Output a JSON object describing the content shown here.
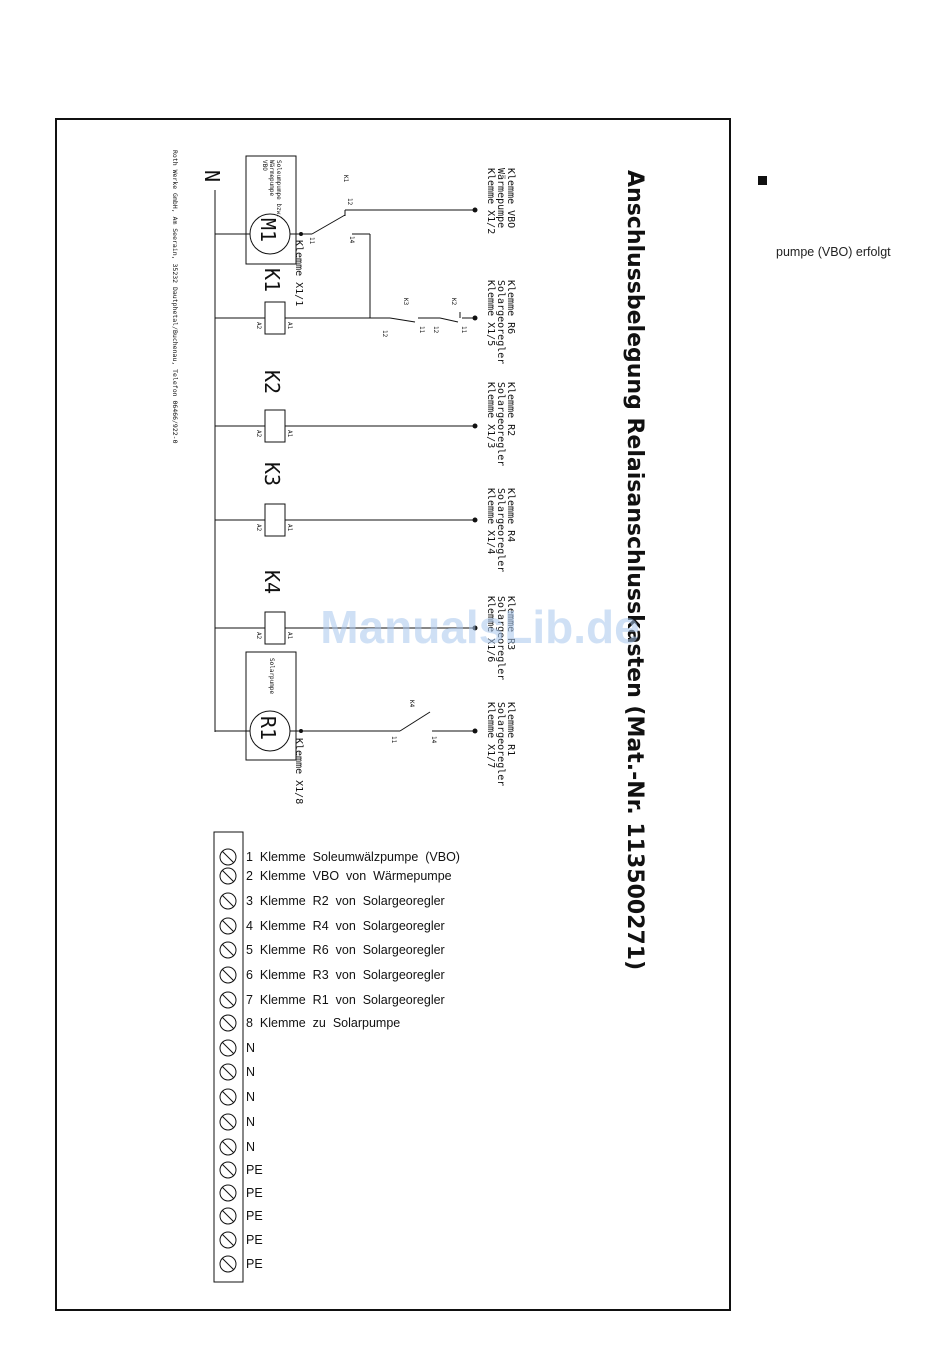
{
  "title": "Anschlussbelegung Relaisanschlusskasten (Mat.-Nr. 113500271)",
  "sidenote": "pumpe (VBO) erfolgt",
  "watermark": "ManualsLib.de",
  "footer": "Roth Werke GmbH, Am Seerain, 35232 Dautphetal/Buchenau, Telefon 06466/922-0",
  "neutral": "N",
  "motors": {
    "m1": {
      "label": "M1",
      "desc1": "Soleumpumpe bzw.",
      "desc2": "Wärmepumpe",
      "desc3": "VBO",
      "terminal": "Klemme X1/1"
    },
    "r1": {
      "label": "R1",
      "desc": "Solarpumpe",
      "terminal": "Klemme X1/8"
    }
  },
  "relays": [
    {
      "name": "K1",
      "a1": "A1",
      "a2": "A2"
    },
    {
      "name": "K2",
      "a1": "A1",
      "a2": "A2"
    },
    {
      "name": "K3",
      "a1": "A1",
      "a2": "A2"
    },
    {
      "name": "K4",
      "a1": "A1",
      "a2": "A2"
    }
  ],
  "contacts": {
    "k1": {
      "name": "K1",
      "c12": "12",
      "c14": "14",
      "c11": "11"
    },
    "k2": {
      "name": "K2",
      "c12": "12",
      "c11": "11"
    },
    "k3": {
      "name": "K3",
      "c12": "12",
      "c11": "11"
    },
    "k4": {
      "name": "K4",
      "c11": "11",
      "c14": "14"
    }
  },
  "inputs": [
    {
      "l1": "Klemme VBO",
      "l2": "Wärmepumpe",
      "l3": "Klemme X1/2"
    },
    {
      "l1": "Klemme R6",
      "l2": "Solargeoregler",
      "l3": "Klemme X1/5"
    },
    {
      "l1": "Klemme R2",
      "l2": "Solargeoregler",
      "l3": "Klemme X1/3"
    },
    {
      "l1": "Klemme R4",
      "l2": "Solargeoregler",
      "l3": "Klemme X1/4"
    },
    {
      "l1": "Klemme R3",
      "l2": "Solargeoregler",
      "l3": "Klemme X1/6"
    },
    {
      "l1": "Klemme R1",
      "l2": "Solargeoregler",
      "l3": "Klemme X1/7"
    }
  ],
  "terminals": [
    "1  Klemme  Soleumwälzpumpe  (VBO)",
    "2  Klemme  VBO  von  Wärmepumpe",
    "3  Klemme  R2  von  Solargeoregler",
    "4  Klemme  R4  von  Solargeoregler",
    "5  Klemme  R6  von  Solargeoregler",
    "6  Klemme  R3  von  Solargeoregler",
    "7  Klemme  R1  von  Solargeoregler",
    "8  Klemme  zu  Solarpumpe",
    "N",
    "N",
    "N",
    "N",
    "N",
    "PE",
    "PE",
    "PE",
    "PE",
    "PE"
  ]
}
